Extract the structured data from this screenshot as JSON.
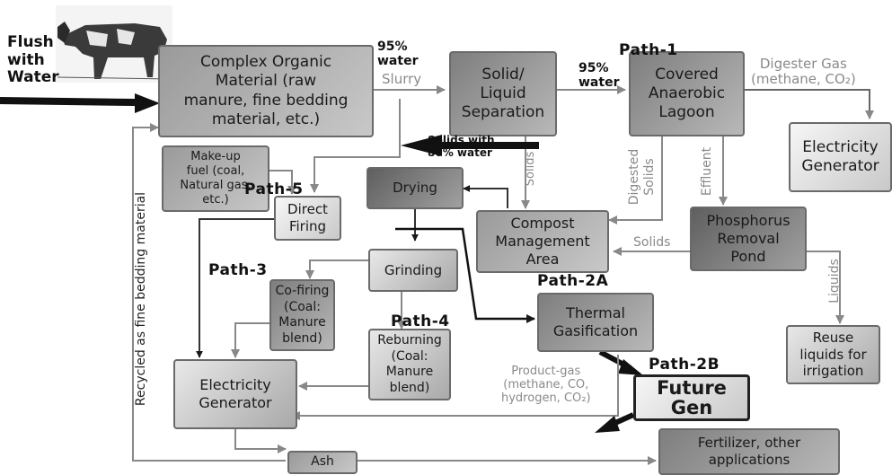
{
  "input": {
    "flush": "Flush\nwith\nWater"
  },
  "boxes": {
    "complex_organic": "Complex Organic\nMaterial (raw\nmanure, fine bedding\nmaterial, etc.)",
    "solid_liquid": "Solid/\nLiquid\nSeparation",
    "covered_lagoon": "Covered\nAnaerobic\nLagoon",
    "electricity_generator_right": "Electricity\nGenerator",
    "makeup_fuel": "Make-up\nfuel (coal,\nNatural gas,\netc.)",
    "direct_firing": "Direct\nFiring",
    "drying": "Drying",
    "compost": "Compost\nManagement\nArea",
    "phosphorus": "Phosphorus\nRemoval\nPond",
    "grinding": "Grinding",
    "cofiring": "Co-firing\n(Coal:\nManure\nblend)",
    "reburning": "Reburning\n(Coal:\nManure\nblend)",
    "thermal_gasification": "Thermal\nGasification",
    "reuse_liquids": "Reuse\nliquids for\nirrigation",
    "electricity_generator_left": "Electricity\nGenerator",
    "future_gen": "Future\nGen",
    "ash": "Ash",
    "fertilizer": "Fertilizer, other\napplications"
  },
  "paths": {
    "path1": "Path-1",
    "path2a": "Path-2A",
    "path2b": "Path-2B",
    "path3": "Path-3",
    "path4": "Path-4",
    "path5": "Path-5"
  },
  "labels": {
    "water95_a": "95%\nwater",
    "slurry": "Slurry",
    "water95_b": "95%\nwater",
    "digester_gas": "Digester Gas\n(methane, CO₂)",
    "solids_with": "Solids with\n80% water",
    "solids_vert": "Solids",
    "digested_solids": "Digested\nSolids",
    "effluent": "Effluent",
    "solids_horiz": "Solids",
    "liquids": "Liquids",
    "recycled": "Recycled as fine bedding material",
    "product_gas": "Product-gas\n(methane, CO,\nhydrogen, CO₂)"
  }
}
